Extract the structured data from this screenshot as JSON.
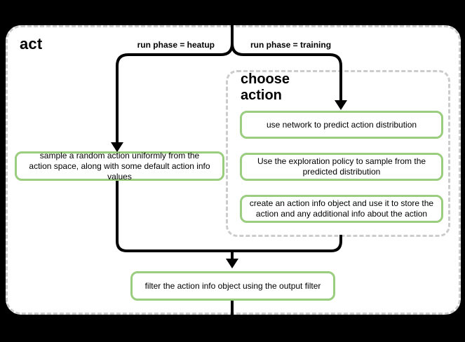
{
  "diagram": {
    "title": "act",
    "branch_labels": {
      "heatup": "run phase = heatup",
      "training": "run phase = training"
    },
    "heatup_step": "sample a random action uniformly from the action space, along with some default action info values",
    "choose_action": {
      "title": "choose action",
      "steps": [
        "use network to predict action distribution",
        "Use the exploration policy to sample from the predicted distribution",
        "create an action info object and use it to store the action and any additional info about the action"
      ]
    },
    "final_step": "filter the action info object using the output filter",
    "colors": {
      "background": "#000000",
      "container_fill": "#ffffff",
      "dashed_border": "#cccccc",
      "step_border": "#9acd7e",
      "flow_line": "#000000",
      "text": "#000000"
    }
  }
}
